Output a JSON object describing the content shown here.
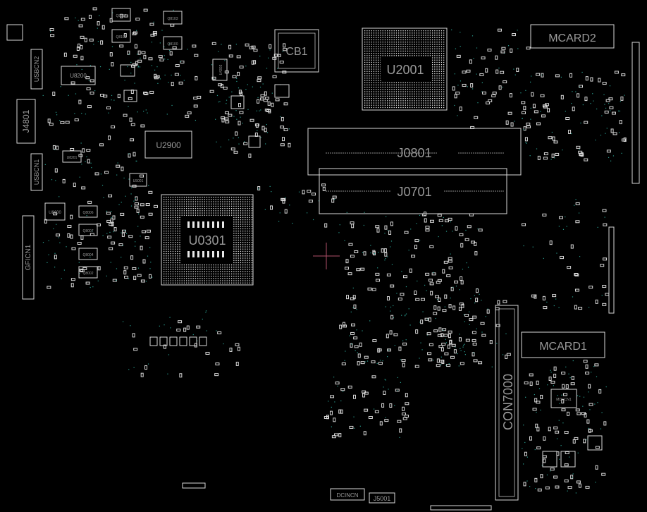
{
  "components": {
    "mcard2": "MCARD2",
    "mcard1": "MCARD1",
    "u2001": "U2001",
    "u0301": "U0301",
    "u2900": "U2900",
    "j0801": "J0801",
    "j0701": "J0701",
    "cb1": "CB1",
    "con7000": "CON7000",
    "j4801": "J4801",
    "usbcn1": "USBCN1",
    "usbcn2": "USBCN2",
    "gficn1": "GFICN1",
    "dcincn": "DCINCN",
    "j5001": "J5001",
    "u8200": "U8200",
    "u8600": "U8600",
    "u4302": "U4302",
    "u8201": "U8201",
    "u5001": "U5001",
    "mdccn1": "MDCCN1",
    "q8102": "Q8102",
    "q8103": "Q8103",
    "q8101": "Q8101",
    "q8100": "Q8100",
    "q8007": "Q8007",
    "q8006": "Q8006",
    "q8004": "Q8004",
    "q8002": "Q8002"
  },
  "colors": {
    "background": "#000000",
    "outline": "#d8d8d8",
    "label": "#9a9a9a",
    "via": "#2a9d8f",
    "marker": "#b0506a"
  }
}
